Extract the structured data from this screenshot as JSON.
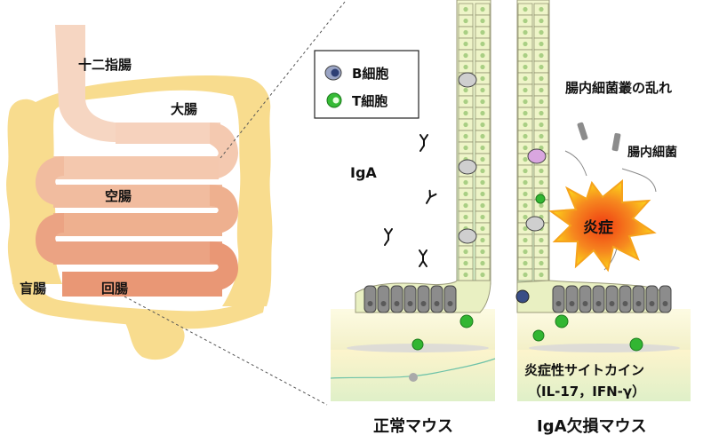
{
  "anatomy": {
    "duodenum": "十二指腸",
    "large_intestine": "大腸",
    "jejunum": "空腸",
    "cecum": "盲腸",
    "ileum": "回腸"
  },
  "legend": {
    "b_cell": "B細胞",
    "t_cell": "T細胞"
  },
  "normal": {
    "iga_label": "IgA",
    "caption": "正常マウス"
  },
  "deficient": {
    "dysbiosis_label": "腸内細菌叢の乱れ",
    "bacteria_label": "腸内細菌",
    "inflammation_label": "炎症",
    "cytokines_label": "炎症性サイトカイン",
    "cytokines_detail": "（IL-17，IFN-γ）",
    "caption": "IgA欠損マウス"
  },
  "colors": {
    "colon": "#f8dc8e",
    "small_intestine_light": "#f6d2bd",
    "small_intestine_dark": "#ec9e75",
    "epithelium": "#eaf2c4",
    "lamina_propria": "#fdfbe3",
    "b_cell": "#3a4e86",
    "t_cell": "#2fb52f",
    "inflammation": "#f26a1b"
  }
}
